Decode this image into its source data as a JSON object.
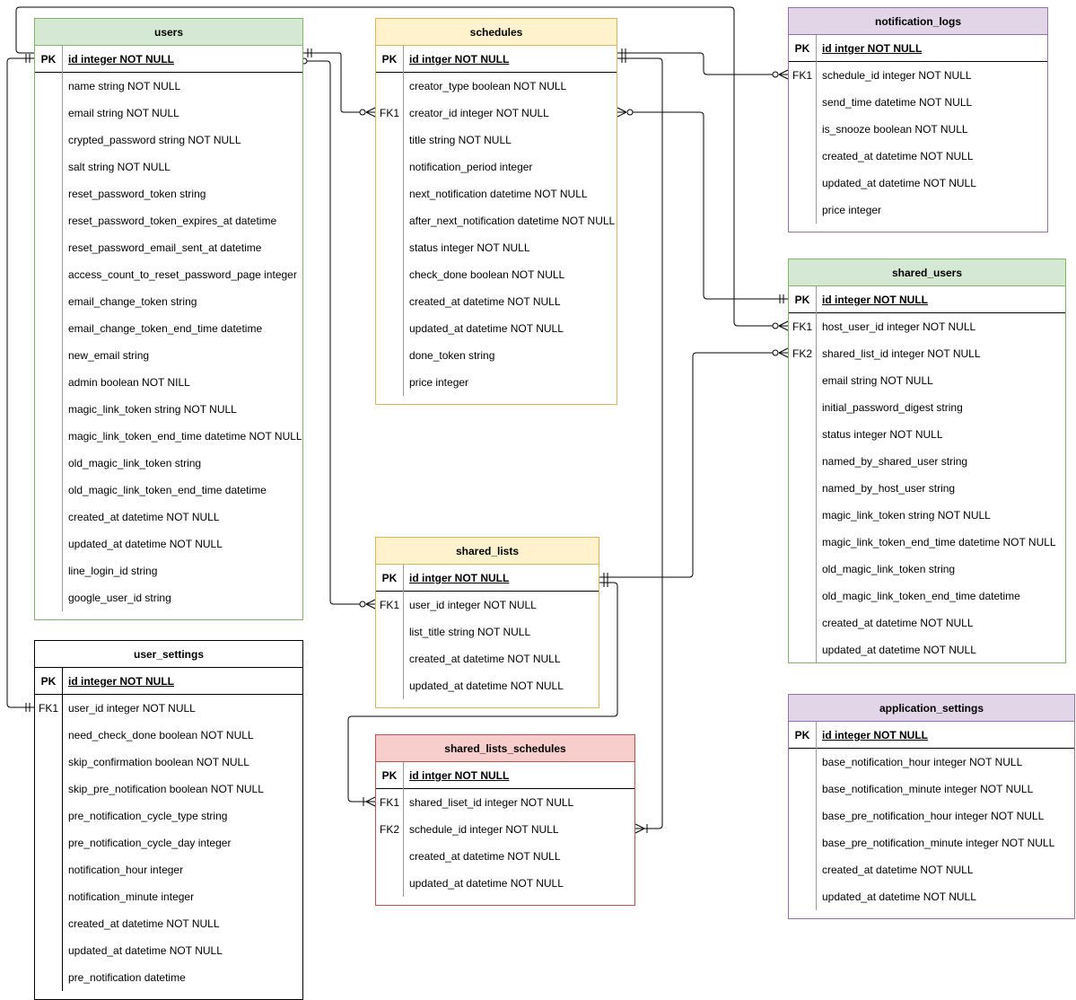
{
  "tables": [
    {
      "id": "users",
      "name": "users",
      "theme": "green",
      "pk": {
        "key": "PK",
        "field": "id integer NOT NULL"
      },
      "fields": [
        {
          "key": "",
          "field": "name string NOT NULL"
        },
        {
          "key": "",
          "field": "email string NOT NULL"
        },
        {
          "key": "",
          "field": "crypted_password string NOT NULL"
        },
        {
          "key": "",
          "field": "salt string NOT NULL"
        },
        {
          "key": "",
          "field": "reset_password_token string"
        },
        {
          "key": "",
          "field": "reset_password_token_expires_at datetime"
        },
        {
          "key": "",
          "field": "reset_password_email_sent_at datetime"
        },
        {
          "key": "",
          "field": "access_count_to_reset_password_page integer"
        },
        {
          "key": "",
          "field": "email_change_token string"
        },
        {
          "key": "",
          "field": "email_change_token_end_time datetime"
        },
        {
          "key": "",
          "field": "new_email string"
        },
        {
          "key": "",
          "field": "admin boolean NOT NILL"
        },
        {
          "key": "",
          "field": "magic_link_token string NOT NULL"
        },
        {
          "key": "",
          "field": "magic_link_token_end_time datetime NOT NULL"
        },
        {
          "key": "",
          "field": "old_magic_link_token string"
        },
        {
          "key": "",
          "field": "old_magic_link_token_end_time datetime"
        },
        {
          "key": "",
          "field": "created_at datetime NOT NULL"
        },
        {
          "key": "",
          "field": "updated_at datetime NOT NULL"
        },
        {
          "key": "",
          "field": "line_login_id string"
        },
        {
          "key": "",
          "field": "google_user_id string"
        }
      ]
    },
    {
      "id": "schedules",
      "name": "schedules",
      "theme": "yellow",
      "pk": {
        "key": "PK",
        "field": "id intger NOT NULL"
      },
      "fields": [
        {
          "key": "",
          "field": "creator_type boolean NOT NULL"
        },
        {
          "key": "FK1",
          "field": "creator_id integer NOT NULL"
        },
        {
          "key": "",
          "field": "title string NOT NULL"
        },
        {
          "key": "",
          "field": "notification_period integer"
        },
        {
          "key": "",
          "field": "next_notification datetime NOT NULL"
        },
        {
          "key": "",
          "field": "after_next_notification datetime NOT NULL"
        },
        {
          "key": "",
          "field": "status integer NOT NULL"
        },
        {
          "key": "",
          "field": "check_done boolean NOT NULL"
        },
        {
          "key": "",
          "field": "created_at datetime NOT NULL"
        },
        {
          "key": "",
          "field": "updated_at datetime NOT NULL"
        },
        {
          "key": "",
          "field": "done_token string"
        },
        {
          "key": "",
          "field": "price integer"
        }
      ]
    },
    {
      "id": "notification_logs",
      "name": "notification_logs",
      "theme": "purple",
      "pk": {
        "key": "PK",
        "field": "id intger NOT NULL"
      },
      "fields": [
        {
          "key": "FK1",
          "field": "schedule_id integer NOT NULL"
        },
        {
          "key": "",
          "field": "send_time  datetime NOT NULL"
        },
        {
          "key": "",
          "field": "is_snooze boolean NOT NULL"
        },
        {
          "key": "",
          "field": "created_at datetime NOT NULL"
        },
        {
          "key": "",
          "field": "updated_at datetime NOT NULL"
        },
        {
          "key": "",
          "field": "price integer"
        }
      ]
    },
    {
      "id": "shared_users",
      "name": "shared_users",
      "theme": "green",
      "pk": {
        "key": "PK",
        "field": "id integer NOT NULL"
      },
      "fields": [
        {
          "key": "FK1",
          "field": "host_user_id integer NOT NULL"
        },
        {
          "key": "FK2",
          "field": "shared_list_id integer NOT NULL"
        },
        {
          "key": "",
          "field": "email string NOT NULL"
        },
        {
          "key": "",
          "field": "initial_password_digest string"
        },
        {
          "key": "",
          "field": "status integer NOT NULL"
        },
        {
          "key": "",
          "field": "named_by_shared_user string"
        },
        {
          "key": "",
          "field": "named_by_host_user string"
        },
        {
          "key": "",
          "field": "magic_link_token string NOT NULL"
        },
        {
          "key": "",
          "field": "magic_link_token_end_time datetime NOT NULL"
        },
        {
          "key": "",
          "field": "old_magic_link_token string"
        },
        {
          "key": "",
          "field": "old_magic_link_token_end_time datetime"
        },
        {
          "key": "",
          "field": "created_at datetime NOT NULL"
        },
        {
          "key": "",
          "field": "updated_at datetime NOT NULL"
        }
      ]
    },
    {
      "id": "shared_lists",
      "name": "shared_lists",
      "theme": "yellow",
      "pk": {
        "key": "PK",
        "field": "id intger NOT NULL"
      },
      "fields": [
        {
          "key": "FK1",
          "field": "user_id integer NOT NULL"
        },
        {
          "key": "",
          "field": "list_title string NOT NULL"
        },
        {
          "key": "",
          "field": "created_at datetime NOT NULL"
        },
        {
          "key": "",
          "field": "updated_at datetime NOT NULL"
        }
      ]
    },
    {
      "id": "user_settings",
      "name": "user_settings",
      "theme": "plain",
      "pk": {
        "key": "PK",
        "field": "id integer NOT NULL"
      },
      "fields": [
        {
          "key": "FK1",
          "field": "user_id integer NOT NULL"
        },
        {
          "key": "",
          "field": "need_check_done boolean NOT NULL"
        },
        {
          "key": "",
          "field": "skip_confirmation boolean NOT NULL"
        },
        {
          "key": "",
          "field": "skip_pre_notification boolean NOT NULL"
        },
        {
          "key": "",
          "field": "pre_notification_cycle_type string"
        },
        {
          "key": "",
          "field": "pre_notification_cycle_day integer"
        },
        {
          "key": "",
          "field": "notification_hour integer"
        },
        {
          "key": "",
          "field": "notification_minute integer"
        },
        {
          "key": "",
          "field": "created_at datetime NOT NULL"
        },
        {
          "key": "",
          "field": "updated_at datetime NOT NULL"
        },
        {
          "key": "",
          "field": "pre_notification datetime"
        }
      ]
    },
    {
      "id": "shared_lists_schedules",
      "name": "shared_lists_schedules",
      "theme": "red",
      "pk": {
        "key": "PK",
        "field": "id intger NOT NULL"
      },
      "fields": [
        {
          "key": "FK1",
          "field": "shared_liset_id integer NOT NULL"
        },
        {
          "key": "FK2",
          "field": "schedule_id integer NOT NULL"
        },
        {
          "key": "",
          "field": "created_at datetime NOT NULL"
        },
        {
          "key": "",
          "field": "updated_at datetime NOT NULL"
        }
      ]
    },
    {
      "id": "application_settings",
      "name": "application_settings",
      "theme": "purple",
      "pk": {
        "key": "PK",
        "field": "id integer NOT NULL"
      },
      "fields": [
        {
          "key": "",
          "field": "base_notification_hour integer NOT NULL"
        },
        {
          "key": "",
          "field": "base_notification_minute integer NOT NULL"
        },
        {
          "key": "",
          "field": "base_pre_notification_hour integer NOT NULL"
        },
        {
          "key": "",
          "field": "base_pre_notification_minute integer NOT NULL"
        },
        {
          "key": "",
          "field": "created_at datetime NOT NULL"
        },
        {
          "key": "",
          "field": "updated_at datetime NOT NULL"
        }
      ]
    }
  ],
  "relationships": [
    {
      "from": "users",
      "to": "schedules",
      "to_field": "creator_id"
    },
    {
      "from": "users",
      "to": "shared_lists",
      "to_field": "user_id"
    },
    {
      "from": "users",
      "to": "user_settings",
      "to_field": "user_id"
    },
    {
      "from": "users",
      "to": "shared_users",
      "to_field": "host_user_id"
    },
    {
      "from": "schedules",
      "to": "notification_logs",
      "to_field": "schedule_id"
    },
    {
      "from": "schedules",
      "to": "shared_lists_schedules",
      "to_field": "schedule_id"
    },
    {
      "from": "shared_lists",
      "to": "shared_users",
      "to_field": "shared_list_id"
    },
    {
      "from": "shared_lists",
      "to": "shared_lists_schedules",
      "to_field": "shared_liset_id"
    },
    {
      "from": "shared_users",
      "to": "schedules",
      "to_field": "creator_id"
    }
  ]
}
